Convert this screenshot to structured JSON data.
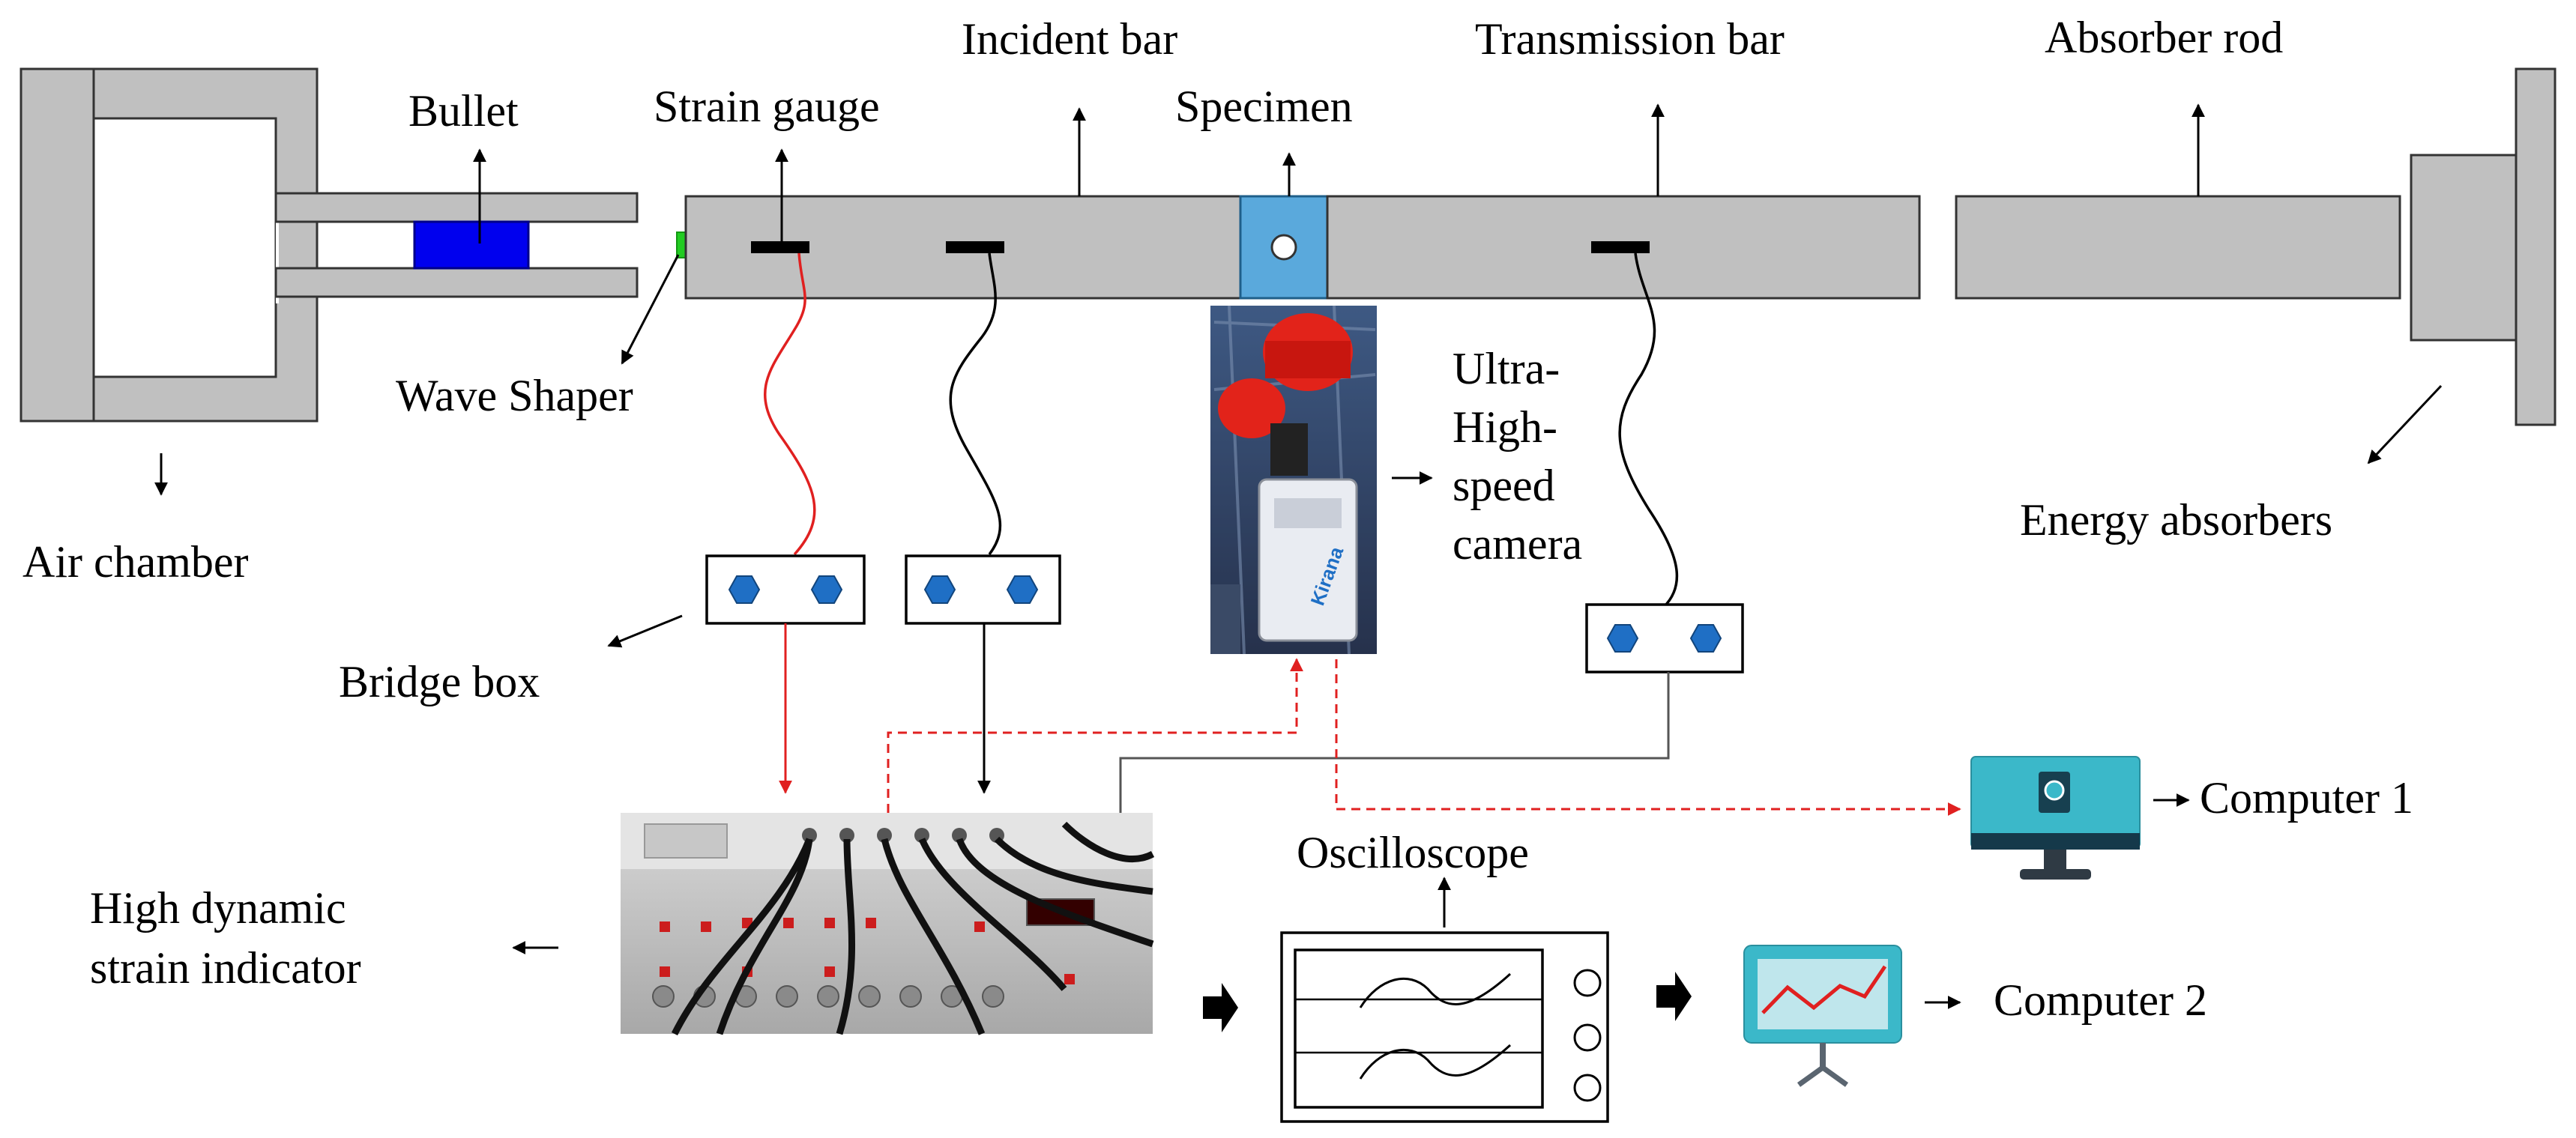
{
  "title": "",
  "labels": {
    "incident_bar": "Incident bar",
    "transmission_bar": "Transmission bar",
    "absorber_rod": "Absorber rod",
    "bullet": "Bullet",
    "strain_gauge": "Strain gauge",
    "specimen": "Specimen",
    "wave_shaper": "Wave Shaper",
    "air_chamber": "Air chamber",
    "camera_line1": "Ultra-",
    "camera_line2": "High-",
    "camera_line3": "speed",
    "camera_line4": "camera",
    "energy_absorbers": "Energy absorbers",
    "bridge_box": "Bridge box",
    "computer_1": "Computer 1",
    "computer_2": "Computer 2",
    "oscilloscope": "Oscilloscope",
    "strain_indicator_line1": "High dynamic",
    "strain_indicator_line2": "strain indicator"
  },
  "photo_text": {
    "camera_brand": "Kirana"
  },
  "colors": {
    "bar_gray": "#c0c0c0",
    "bullet_blue": "#0000ee",
    "specimen_blue": "#5aa9dc",
    "wave_shaper_green": "#22cc22",
    "signal_red": "#e02020",
    "knob_blue": "#1f6fc5",
    "computer_teal": "#3bb8c9"
  }
}
